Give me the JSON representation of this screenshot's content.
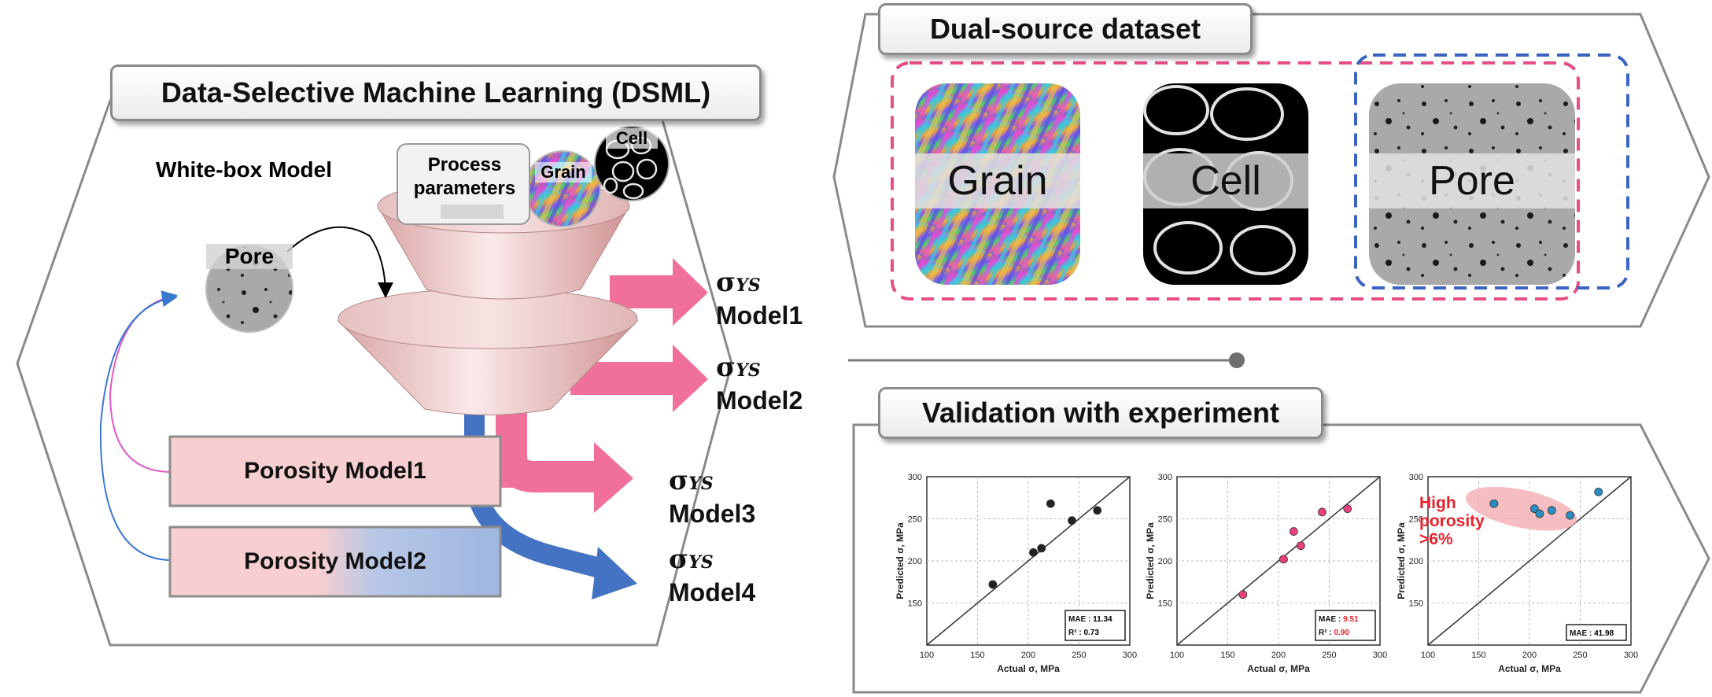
{
  "left_panel": {
    "title": "Data-Selective Machine Learning (DSML)",
    "whitebox_label": "White-box Model",
    "funnel_inputs": {
      "process_line1": "Process",
      "process_line2": "parameters",
      "grain": "Grain",
      "cell": "Cell"
    },
    "pore_label": "Pore",
    "outputs": [
      {
        "symbol": "σ",
        "subscript": "YS",
        "name": "Model1"
      },
      {
        "symbol": "σ",
        "subscript": "YS",
        "name": "Model2"
      },
      {
        "symbol": "σ",
        "subscript": "YS",
        "name": "Model3"
      },
      {
        "symbol": "σ",
        "subscript": "YS",
        "name": "Model4"
      }
    ],
    "porosity_models": [
      "Porosity Model1",
      "Porosity Model2"
    ]
  },
  "dataset_panel": {
    "title": "Dual-source dataset",
    "tiles": [
      "Grain",
      "Cell",
      "Pore"
    ]
  },
  "validation_panel": {
    "title": "Validation with experiment",
    "annotation": [
      "High",
      "porosity",
      ">6%"
    ]
  },
  "colors": {
    "pink_arrow": "#f0709a",
    "blue_arrow": "#4473c4",
    "pink_dash": "#e84d86",
    "blue_dash": "#3a63c4",
    "funnel": "#e9b9b9",
    "highlight_red": "#e8232d"
  },
  "chart_data": [
    {
      "type": "scatter",
      "xlabel": "Actual σ, MPa",
      "ylabel": "Predicted σ, MPa",
      "xlim": [
        100,
        300
      ],
      "ylim": [
        100,
        300
      ],
      "xticks": [
        "100",
        "150",
        "200",
        "250",
        "300"
      ],
      "yticks": [
        "150",
        "200",
        "250",
        "300"
      ],
      "reference_line": "y=x",
      "marker_color": "#222222",
      "x": [
        165,
        205,
        213,
        222,
        243,
        268
      ],
      "y": [
        172,
        210,
        215,
        268,
        248,
        260
      ],
      "metrics": {
        "mae_label": "MAE : ",
        "mae": "11.34",
        "r2_label": "R² : ",
        "r2": "0.73"
      },
      "metric_color": "#000000"
    },
    {
      "type": "scatter",
      "xlabel": "Actual σ, MPa",
      "ylabel": "Predicted σ, MPa",
      "xlim": [
        100,
        300
      ],
      "ylim": [
        100,
        300
      ],
      "xticks": [
        "100",
        "150",
        "200",
        "250",
        "300"
      ],
      "yticks": [
        "150",
        "200",
        "250",
        "300"
      ],
      "reference_line": "y=x",
      "marker_color": "#e8407c",
      "x": [
        165,
        205,
        215,
        222,
        243,
        268
      ],
      "y": [
        160,
        202,
        235,
        218,
        258,
        262
      ],
      "metrics": {
        "mae_label": "MAE : ",
        "mae": "9.51",
        "r2_label": "R² : ",
        "r2": "0.90"
      },
      "metric_color": "#e8232d"
    },
    {
      "type": "scatter",
      "xlabel": "Actual σ, MPa",
      "ylabel": "Predicted σ, MPa",
      "xlim": [
        100,
        300
      ],
      "ylim": [
        100,
        300
      ],
      "xticks": [
        "100",
        "150",
        "200",
        "250",
        "300"
      ],
      "yticks": [
        "150",
        "200",
        "250",
        "300"
      ],
      "reference_line": "y=x",
      "marker_color": "#2a8fc0",
      "x": [
        165,
        205,
        210,
        222,
        240,
        268
      ],
      "y": [
        268,
        262,
        256,
        260,
        254,
        282
      ],
      "metrics": {
        "mae_label": "MAE : ",
        "mae": "41.98"
      },
      "metric_color": "#000000"
    }
  ]
}
